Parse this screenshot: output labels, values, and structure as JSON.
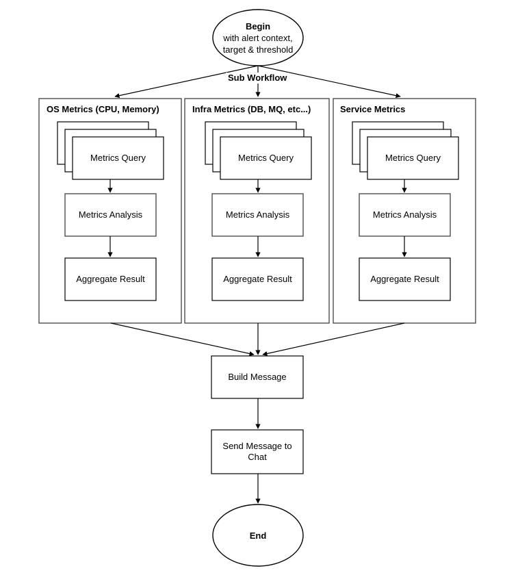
{
  "diagram": {
    "type": "flowchart",
    "title_visible": false,
    "colors": {
      "stroke": "#000000",
      "group_stroke": "#4d4d4d",
      "fill": "#ffffff",
      "text": "#000000"
    },
    "start": {
      "shape": "ellipse",
      "title": "Begin",
      "subtitle_lines": [
        "with alert context,",
        "target & threshold"
      ]
    },
    "fanout_label": "Sub Workflow",
    "groups": [
      {
        "id": "os",
        "title": "OS Metrics (CPU, Memory)",
        "nodes": [
          {
            "id": "query",
            "label": "Metrics Query",
            "shape": "stacked-rect",
            "stack_count": 3
          },
          {
            "id": "analysis",
            "label": "Metrics Analysis",
            "shape": "rect"
          },
          {
            "id": "aggregate",
            "label": "Aggregate Result",
            "shape": "rect"
          }
        ]
      },
      {
        "id": "infra",
        "title": "Infra Metrics (DB, MQ, etc...)",
        "nodes": [
          {
            "id": "query",
            "label": "Metrics Query",
            "shape": "stacked-rect",
            "stack_count": 3
          },
          {
            "id": "analysis",
            "label": "Metrics Analysis",
            "shape": "rect"
          },
          {
            "id": "aggregate",
            "label": "Aggregate Result",
            "shape": "rect"
          }
        ]
      },
      {
        "id": "service",
        "title": "Service Metrics",
        "nodes": [
          {
            "id": "query",
            "label": "Metrics Query",
            "shape": "stacked-rect",
            "stack_count": 3
          },
          {
            "id": "analysis",
            "label": "Metrics Analysis",
            "shape": "rect"
          },
          {
            "id": "aggregate",
            "label": "Aggregate Result",
            "shape": "rect"
          }
        ]
      }
    ],
    "tail_nodes": [
      {
        "id": "build-message",
        "label": "Build Message",
        "shape": "rect"
      },
      {
        "id": "send-message",
        "label": "Send Message to\nChat",
        "shape": "rect"
      }
    ],
    "end": {
      "shape": "ellipse",
      "title": "End"
    }
  }
}
